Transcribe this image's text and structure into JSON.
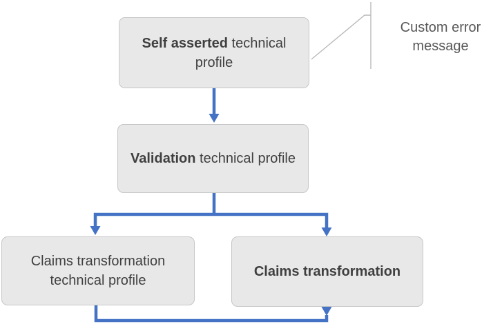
{
  "colors": {
    "arrow_blue": "#4472c4",
    "box_fill": "#e8e8e8",
    "box_border": "#c6c6c6",
    "box_text": "#3f3f3f",
    "callout_line": "#b9b9b9",
    "label_text": "#595959"
  },
  "nodes": {
    "self_asserted": {
      "bold": "Self asserted",
      "regular": " technical profile"
    },
    "validation": {
      "bold": "Validation",
      "regular": " technical profile"
    },
    "claims_transformation_tp": {
      "regular": "Claims transformation technical profile"
    },
    "claims_transformation": {
      "bold": "Claims transformation"
    }
  },
  "annotation": {
    "label": "Custom error message"
  }
}
